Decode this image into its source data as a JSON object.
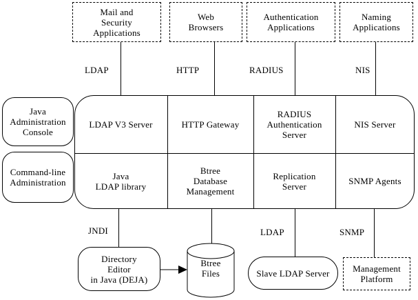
{
  "top_boxes": [
    {
      "label": "Mail and\nSecurity\nApplications"
    },
    {
      "label": "Web\nBrowsers"
    },
    {
      "label": "Authentication\nApplications"
    },
    {
      "label": "Naming\nApplications"
    }
  ],
  "top_protocols": [
    {
      "label": "LDAP"
    },
    {
      "label": "HTTP"
    },
    {
      "label": "RADIUS"
    },
    {
      "label": "NIS"
    }
  ],
  "admin_boxes": [
    {
      "label": "Java\nAdministration\nConsole"
    },
    {
      "label": "Command-line\nAdministration"
    }
  ],
  "server_grid": {
    "cells": [
      {
        "label": "LDAP V3 Server"
      },
      {
        "label": "HTTP Gateway"
      },
      {
        "label": "RADIUS\nAuthentication\nServer"
      },
      {
        "label": "NIS Server"
      },
      {
        "label": "Java\nLDAP library"
      },
      {
        "label": "Btree\nDatabase\nManagement"
      },
      {
        "label": "Replication\nServer"
      },
      {
        "label": "SNMP Agents"
      }
    ]
  },
  "bottom_protocols": [
    {
      "label": "JNDI"
    },
    {
      "label": "LDAP"
    },
    {
      "label": "SNMP"
    }
  ],
  "bottom_boxes": {
    "deja": {
      "label": "Directory\nEditor\nin Java (DEJA)"
    },
    "btree_files": {
      "label": "Btree\nFiles"
    },
    "slave_ldap": {
      "label": "Slave LDAP Server"
    },
    "management_platform": {
      "label": "Management\nPlatform"
    }
  },
  "colors": {
    "line": "#000000",
    "background": "#ffffff"
  }
}
